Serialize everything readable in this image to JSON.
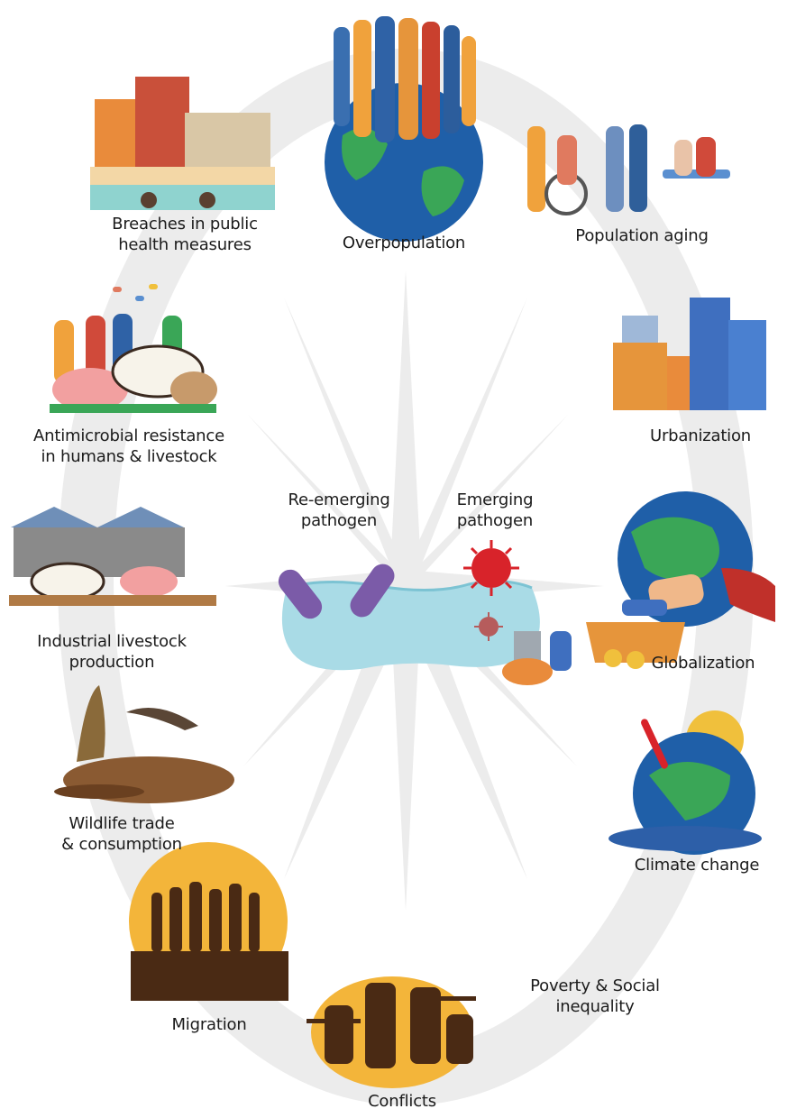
{
  "center": {
    "reemerging": [
      "Re-emerging",
      "pathogen"
    ],
    "emerging": [
      "Emerging",
      "pathogen"
    ]
  },
  "factors": [
    {
      "id": "overpopulation",
      "lines": [
        "Overpopulation"
      ]
    },
    {
      "id": "population-aging",
      "lines": [
        "Population aging"
      ]
    },
    {
      "id": "urbanization",
      "lines": [
        "Urbanization"
      ]
    },
    {
      "id": "globalization",
      "lines": [
        "Globalization"
      ]
    },
    {
      "id": "climate-change",
      "lines": [
        "Climate change"
      ]
    },
    {
      "id": "poverty",
      "lines": [
        "Poverty & Social",
        "inequality"
      ]
    },
    {
      "id": "conflicts",
      "lines": [
        "Conflicts"
      ]
    },
    {
      "id": "migration",
      "lines": [
        "Migration"
      ]
    },
    {
      "id": "wildlife",
      "lines": [
        "Wildlife trade",
        "& consumption"
      ]
    },
    {
      "id": "industrial-livestock",
      "lines": [
        "Industrial livestock",
        "production"
      ]
    },
    {
      "id": "antimicrobial",
      "lines": [
        "Antimicrobial resistance",
        "in humans & livestock"
      ]
    },
    {
      "id": "breaches",
      "lines": [
        "Breaches in public",
        "health measures"
      ]
    }
  ],
  "colors": {
    "ring": "#ececec",
    "rays": "#ececec",
    "water": "#a9dbe6",
    "water_dark": "#7cc3d3",
    "virus": "#d8232a",
    "bacteria": "#7b5ba8",
    "earth_ocean": "#1f5fa8",
    "earth_land": "#3aa657",
    "silhouette": "#4a2a14",
    "sunset": "#f3b53a"
  }
}
